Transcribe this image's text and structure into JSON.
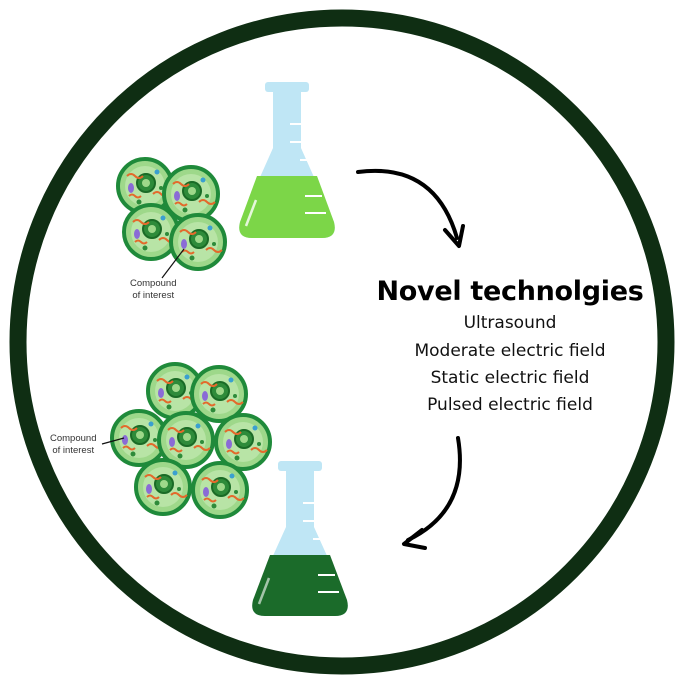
{
  "heading": "Novel technolgies",
  "technologies": [
    "Ultrasound",
    "Moderate electric field",
    "Static electric field",
    "Pulsed electric field"
  ],
  "label_top": {
    "line1": "Compound",
    "line2": "of interest"
  },
  "label_bottom": {
    "line1": "Compound",
    "line2": "of interest"
  },
  "colors": {
    "ring": "#0f2e13",
    "flask_glass": "#bfe6f5",
    "liquid_before": "#7cd648",
    "liquid_after": "#1b6b2a",
    "cell_fill": "#9ed88a",
    "cell_border": "#1f8a3a",
    "nucleus": "#2e8b3a",
    "organelle": "#e36a2c"
  },
  "icons": [
    "flask-icon",
    "plant-cell-icon",
    "curved-arrow-icon"
  ]
}
